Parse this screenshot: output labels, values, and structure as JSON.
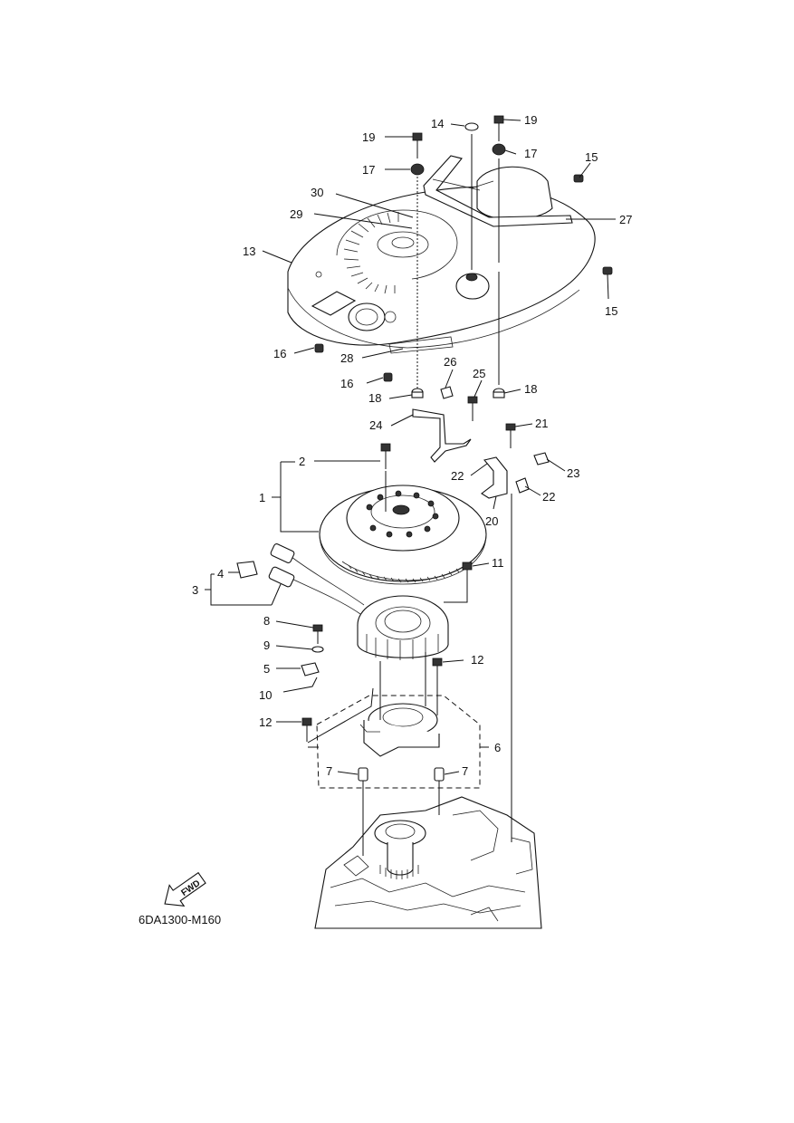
{
  "diagram_code": "6DA1300-M160",
  "fwd_label": "FWD",
  "callouts": [
    "1",
    "2",
    "3",
    "4",
    "5",
    "6",
    "7",
    "7",
    "8",
    "9",
    "10",
    "11",
    "12",
    "12",
    "13",
    "14",
    "15",
    "15",
    "16",
    "16",
    "17",
    "17",
    "18",
    "18",
    "19",
    "19",
    "20",
    "21",
    "22",
    "22",
    "23",
    "24",
    "25",
    "26",
    "27",
    "28",
    "29",
    "30"
  ]
}
